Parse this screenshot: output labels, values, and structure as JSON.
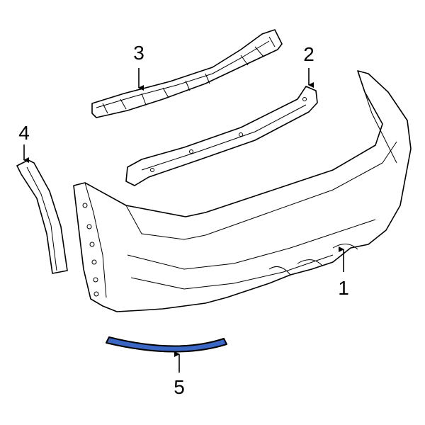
{
  "diagram": {
    "callouts": [
      {
        "id": "1",
        "label": "1"
      },
      {
        "id": "2",
        "label": "2"
      },
      {
        "id": "3",
        "label": "3"
      },
      {
        "id": "4",
        "label": "4"
      },
      {
        "id": "5",
        "label": "5"
      }
    ],
    "highlight_color": "#3a66c4",
    "highlighted_part": "5"
  }
}
